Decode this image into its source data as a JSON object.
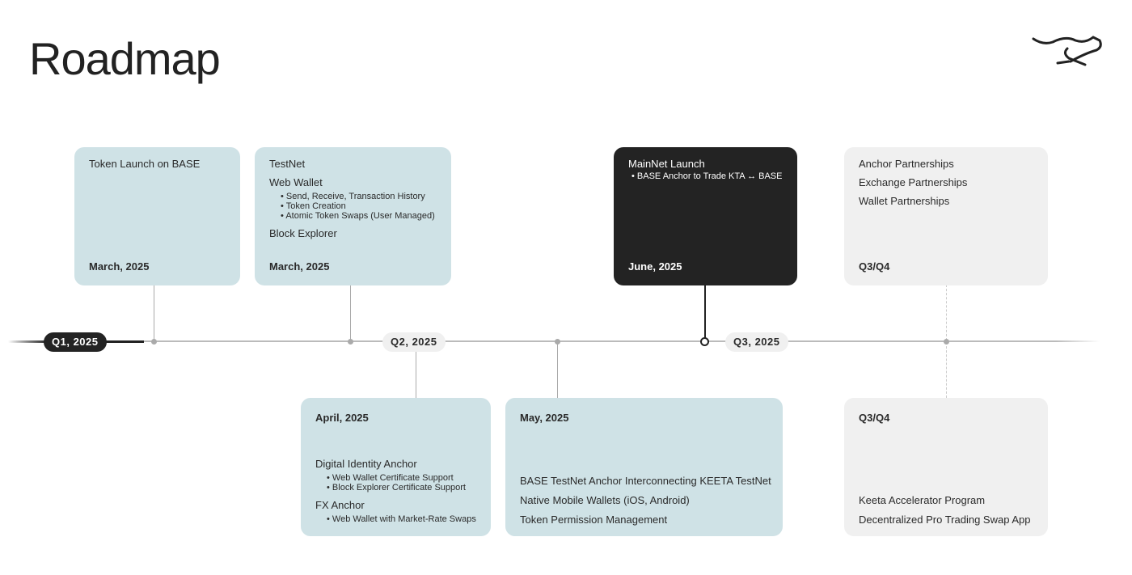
{
  "title": "Roadmap",
  "quarters": [
    "Q1, 2025",
    "Q2, 2025",
    "Q3, 2025"
  ],
  "cards": {
    "token": {
      "lines": [
        "Token Launch on BASE"
      ],
      "date": "March, 2025"
    },
    "testnet": {
      "l1": "TestNet",
      "l2": "Web Wallet",
      "bullets": [
        "Send, Receive, Transaction History",
        "Token Creation",
        "Atomic Token Swaps (User Managed)"
      ],
      "l3": "Block Explorer",
      "date": "March, 2025"
    },
    "mainnet": {
      "l1": "MainNet Launch",
      "bullets": [
        "BASE Anchor to Trade KTA ↔ BASE"
      ],
      "date": "June, 2025"
    },
    "partners": {
      "lines": [
        "Anchor Partnerships",
        "Exchange Partnerships",
        "Wallet Partnerships"
      ],
      "date": "Q3/Q4"
    },
    "april": {
      "date": "April, 2025",
      "l1": "Digital Identity Anchor",
      "b1": [
        "Web Wallet Certificate Support",
        "Block Explorer Certificate Support"
      ],
      "l2": "FX Anchor",
      "b2": [
        "Web Wallet with Market-Rate Swaps"
      ]
    },
    "may": {
      "date": "May, 2025",
      "lines": [
        "BASE TestNet Anchor Interconnecting KEETA TestNet",
        "Native Mobile Wallets (iOS, Android)",
        "Token Permission Management"
      ]
    },
    "q3q4": {
      "date": "Q3/Q4",
      "lines": [
        "Keeta Accelerator Program",
        "Decentralized Pro Trading Swap App"
      ]
    }
  },
  "colors": {
    "blue_card": "#cfe2e6",
    "gray_card": "#f0f0f0",
    "dark_card": "#232323"
  }
}
